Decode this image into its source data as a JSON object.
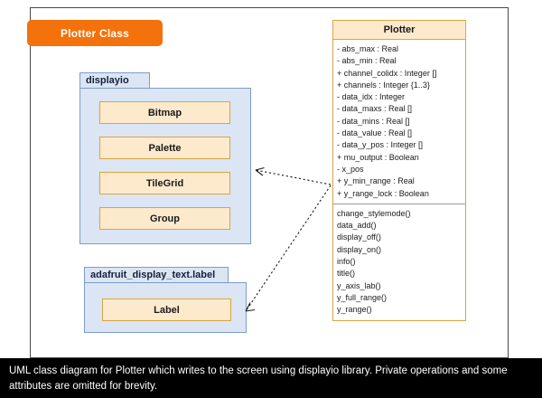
{
  "title_badge": {
    "label": "Plotter Class"
  },
  "packages": [
    {
      "name": "displayio",
      "classes": [
        {
          "name": "Bitmap"
        },
        {
          "name": "Palette"
        },
        {
          "name": "TileGrid"
        },
        {
          "name": "Group"
        }
      ]
    },
    {
      "name": "adafruit_display_text.label",
      "classes": [
        {
          "name": "Label"
        }
      ]
    }
  ],
  "plotter": {
    "name": "Plotter",
    "attributes": [
      "- abs_max : Real",
      "- abs_min : Real",
      "+ channel_colidx : Integer []",
      "+ channels : Integer {1..3}",
      "- data_idx : Integer",
      "- data_maxs : Real []",
      "- data_mins : Real []",
      "- data_value : Real []",
      "- data_y_pos : Integer []",
      "+ mu_output : Boolean",
      "- x_pos",
      "+ y_min_range : Real",
      "+ y_range_lock : Boolean"
    ],
    "operations": [
      "change_stylemode()",
      "data_add()",
      "display_off()",
      "display_on()",
      "info()",
      "title()",
      "y_axis_lab()",
      "y_full_range()",
      "y_range()"
    ]
  },
  "relationships": [
    {
      "type": "dependency",
      "from": "Plotter",
      "to": "displayio"
    },
    {
      "type": "dependency",
      "from": "Plotter",
      "to": "adafruit_display_text.label"
    }
  ],
  "caption": {
    "text": "UML class diagram for Plotter which writes to the screen using displayio library. Private operations and some attributes are omitted for brevity."
  },
  "colors": {
    "badge": "#f4720b",
    "class_fill": "#fdeacd",
    "class_border": "#d9a441",
    "package_fill": "#dbe5f4",
    "package_border": "#7c9dc8",
    "caption_bg": "#000000"
  }
}
